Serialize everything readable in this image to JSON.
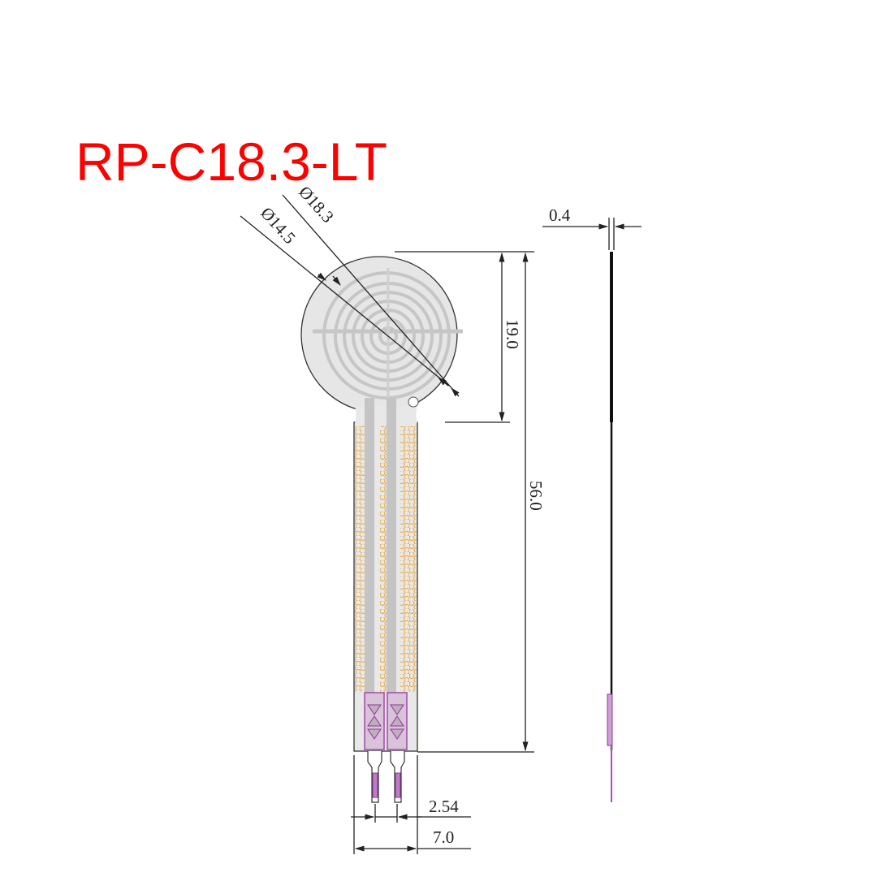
{
  "title": "RP-C18.3-LT",
  "dimensions": {
    "outer_diameter": "Ø18.3",
    "inner_diameter": "Ø14.5",
    "head_height": "19.0",
    "total_length": "56.0",
    "thickness": "0.4",
    "pin_pitch": "2.54",
    "tail_width": "7.0"
  },
  "colors": {
    "title": "#ff0000",
    "sensor_body": "#e6e6e6",
    "trace": "#c4c4c4",
    "hex_mesh": "#e8a53a",
    "connector": "#b04ab8",
    "line": "#222222"
  }
}
